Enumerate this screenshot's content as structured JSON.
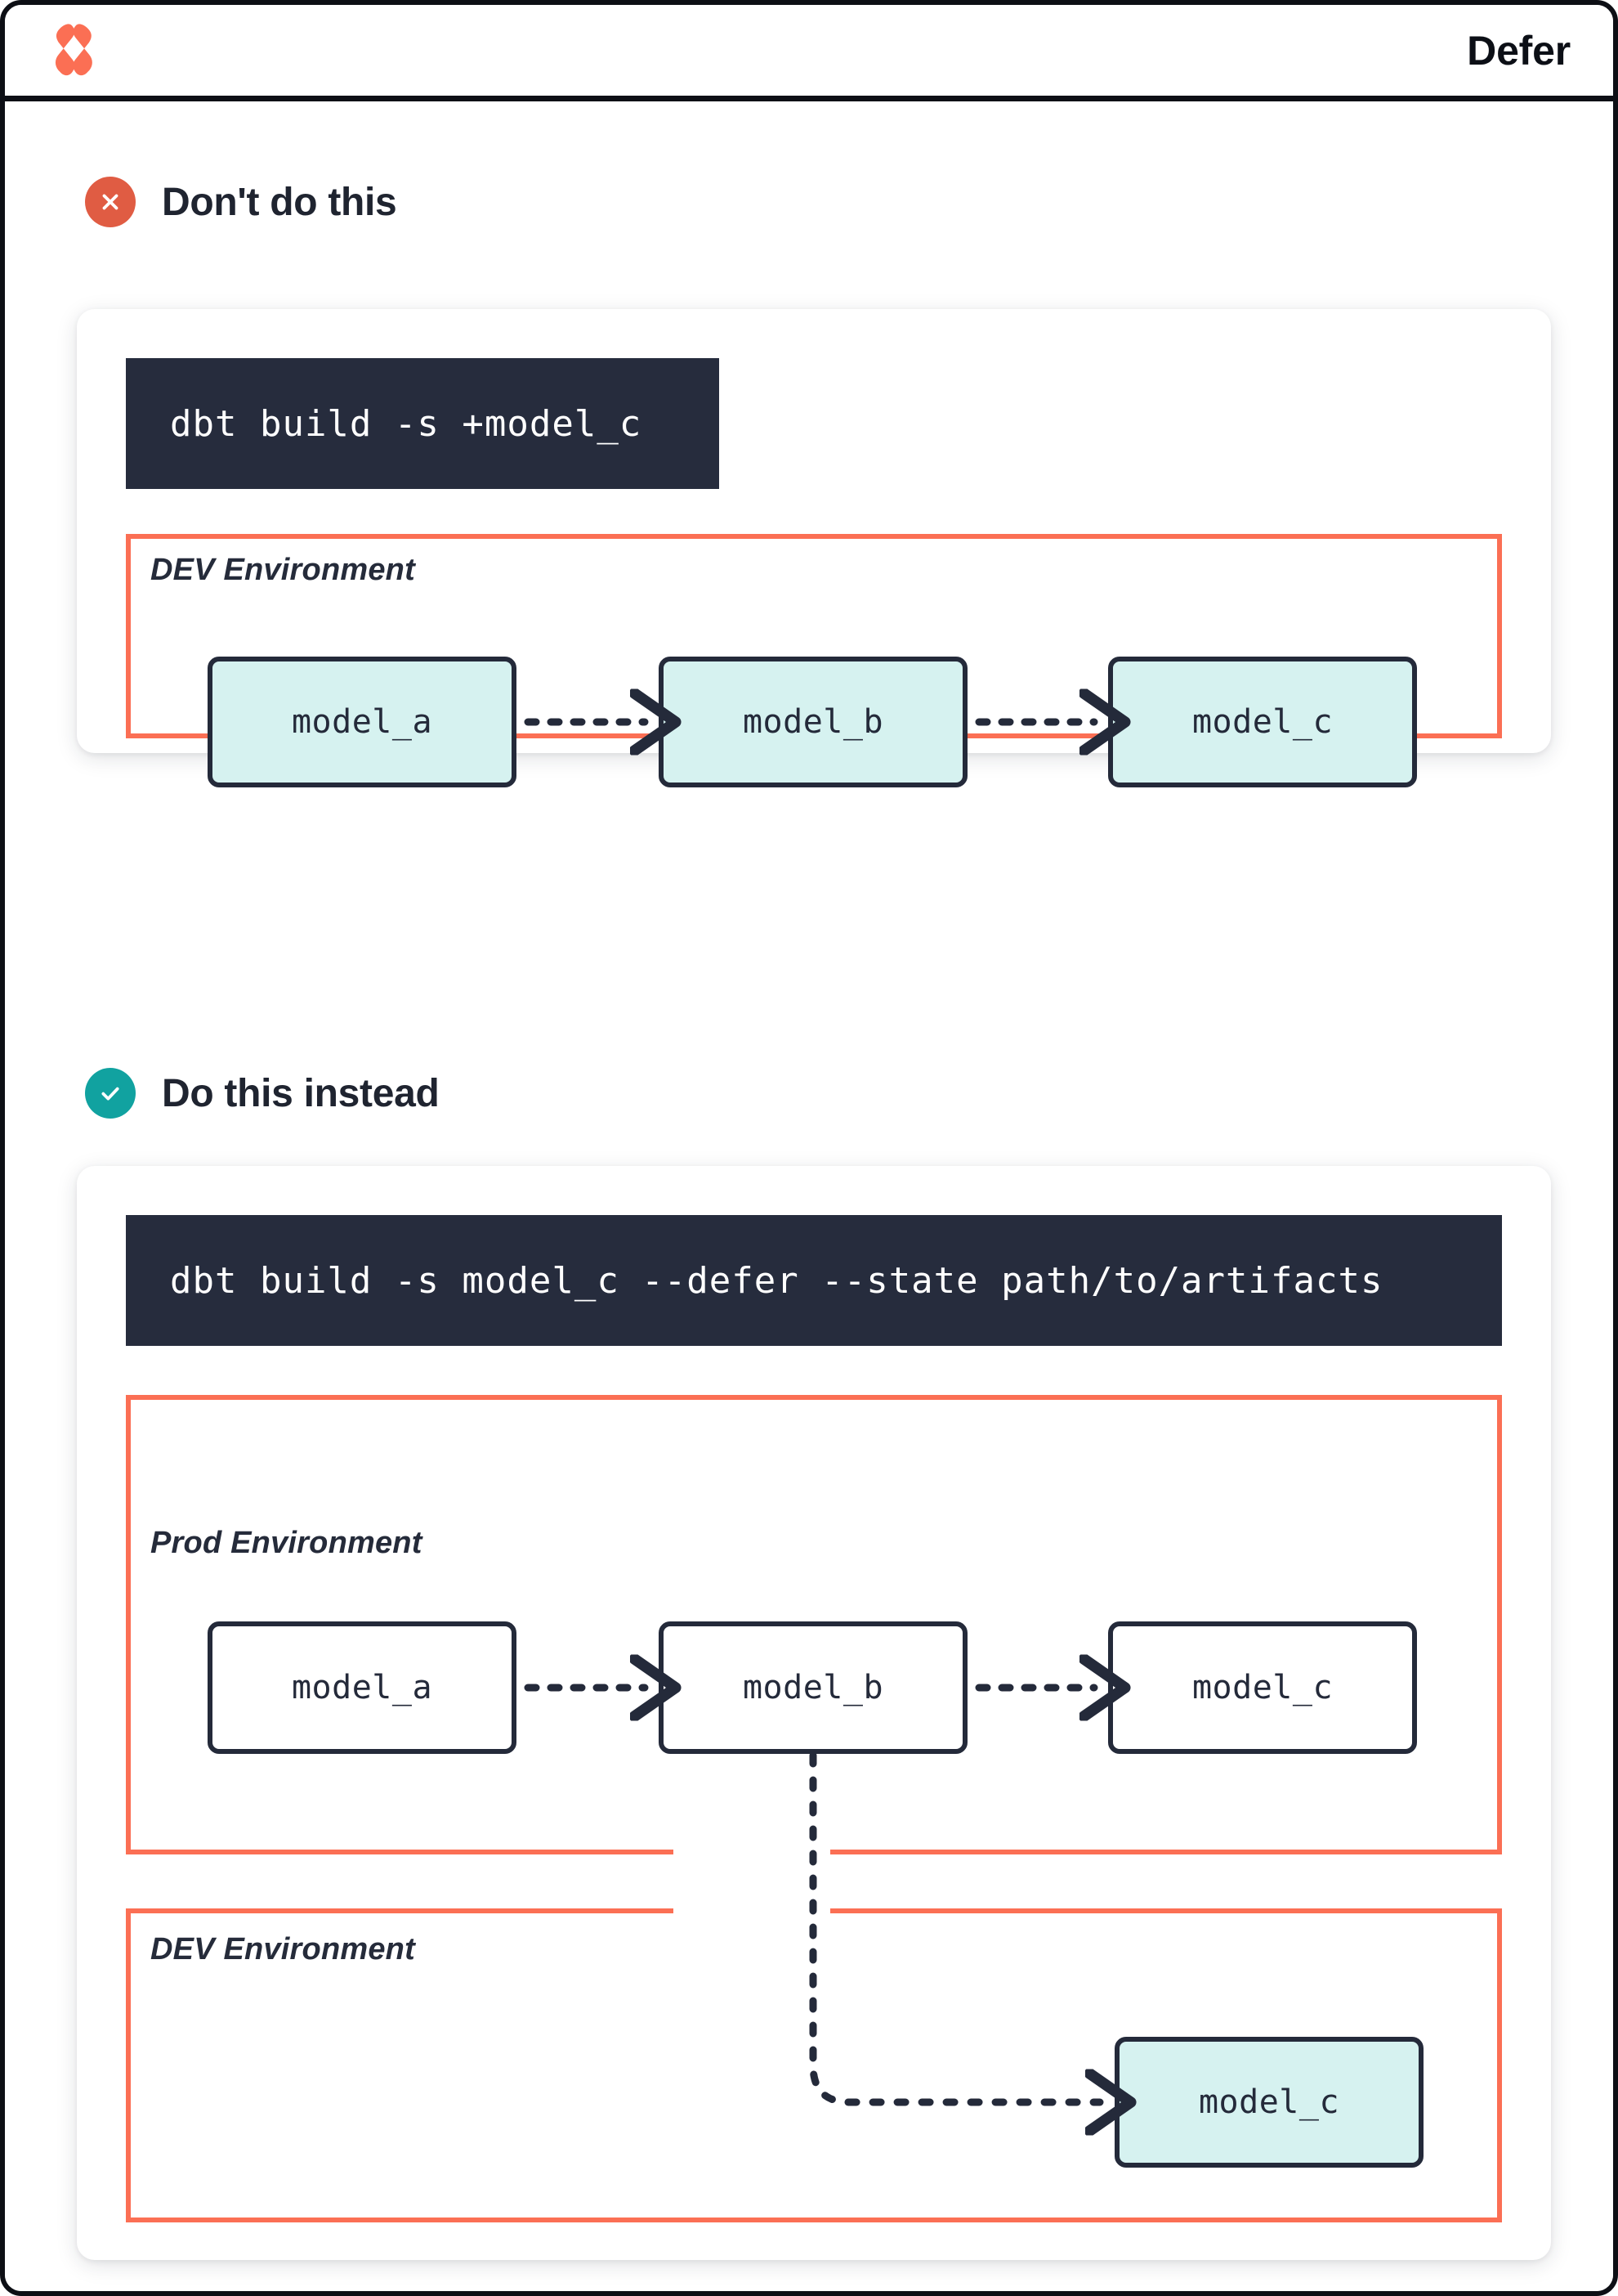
{
  "header": {
    "logo_icon": "dbt-logo-icon",
    "title": "Defer"
  },
  "colors": {
    "accent_orange": "#fb6f54",
    "bad_badge": "#e05c43",
    "good_badge": "#11a2a0",
    "code_bg": "#262c3d",
    "node_border": "#242a3a",
    "node_fill_dev": "#d6f2f0",
    "node_fill_prod": "#ffffff",
    "text_dark": "#1f2430",
    "frame": "#0d0f15"
  },
  "sections": [
    {
      "id": "dont",
      "badge_icon": "x-circle-icon",
      "title": "Don't do this",
      "command": "dbt build -s +model_c",
      "environments": [
        {
          "label": "DEV Environment",
          "node_style": "filled",
          "nodes": [
            "model_a",
            "model_b",
            "model_c"
          ],
          "edges": [
            {
              "from": "model_a",
              "to": "model_b",
              "style": "dotted"
            },
            {
              "from": "model_b",
              "to": "model_c",
              "style": "dotted"
            }
          ]
        }
      ]
    },
    {
      "id": "do",
      "badge_icon": "check-circle-icon",
      "title": "Do this instead",
      "command": "dbt build -s model_c --defer --state path/to/artifacts",
      "environments": [
        {
          "label": "Prod Environment",
          "node_style": "outline",
          "nodes": [
            "model_a",
            "model_b",
            "model_c"
          ],
          "edges": [
            {
              "from": "model_a",
              "to": "model_b",
              "style": "dotted"
            },
            {
              "from": "model_b",
              "to": "model_c",
              "style": "dotted"
            }
          ]
        },
        {
          "label": "DEV Environment",
          "node_style": "filled",
          "nodes": [
            "model_c"
          ],
          "edges": [
            {
              "from": "prod.model_b",
              "to": "dev.model_c",
              "style": "dotted",
              "crosses_environments": true
            }
          ]
        }
      ]
    }
  ],
  "labels": {
    "section1_title": "Don't do this",
    "section2_title": "Do this instead",
    "command1": "dbt build -s +model_c",
    "command2": "dbt build -s model_c --defer --state path/to/artifacts",
    "env_dev_1": "DEV Environment",
    "env_prod": "Prod Environment",
    "env_dev_2": "DEV Environment",
    "s1_model_a": "model_a",
    "s1_model_b": "model_b",
    "s1_model_c": "model_c",
    "s2_prod_model_a": "model_a",
    "s2_prod_model_b": "model_b",
    "s2_prod_model_c": "model_c",
    "s2_dev_model_c": "model_c"
  }
}
